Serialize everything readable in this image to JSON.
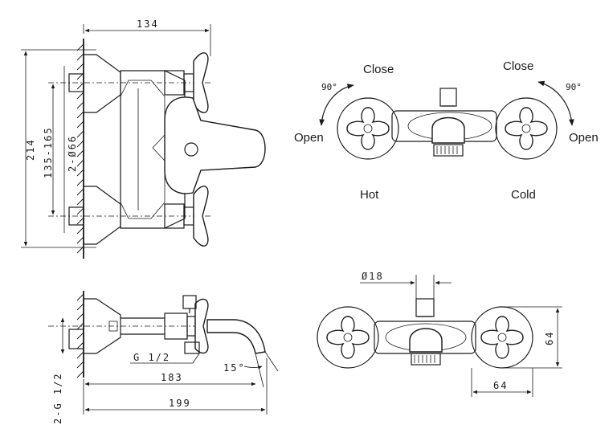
{
  "dimensions": {
    "top_width": "134",
    "height": "214",
    "centers": "135-165",
    "mount_holes": "2-Ø66",
    "thread": "G 1/2",
    "spout_183": "183",
    "angle_15": "15°",
    "total_199": "199",
    "pipe_thread": "2-G 1/2",
    "diameter_18": "Ø18",
    "width_64": "64",
    "height_64": "64"
  },
  "labels": {
    "close_left": "Close",
    "close_right": "Close",
    "open_left": "Open",
    "open_right": "Open",
    "hot": "Hot",
    "cold": "Cold",
    "angle_left": "90°",
    "angle_right": "90°"
  }
}
